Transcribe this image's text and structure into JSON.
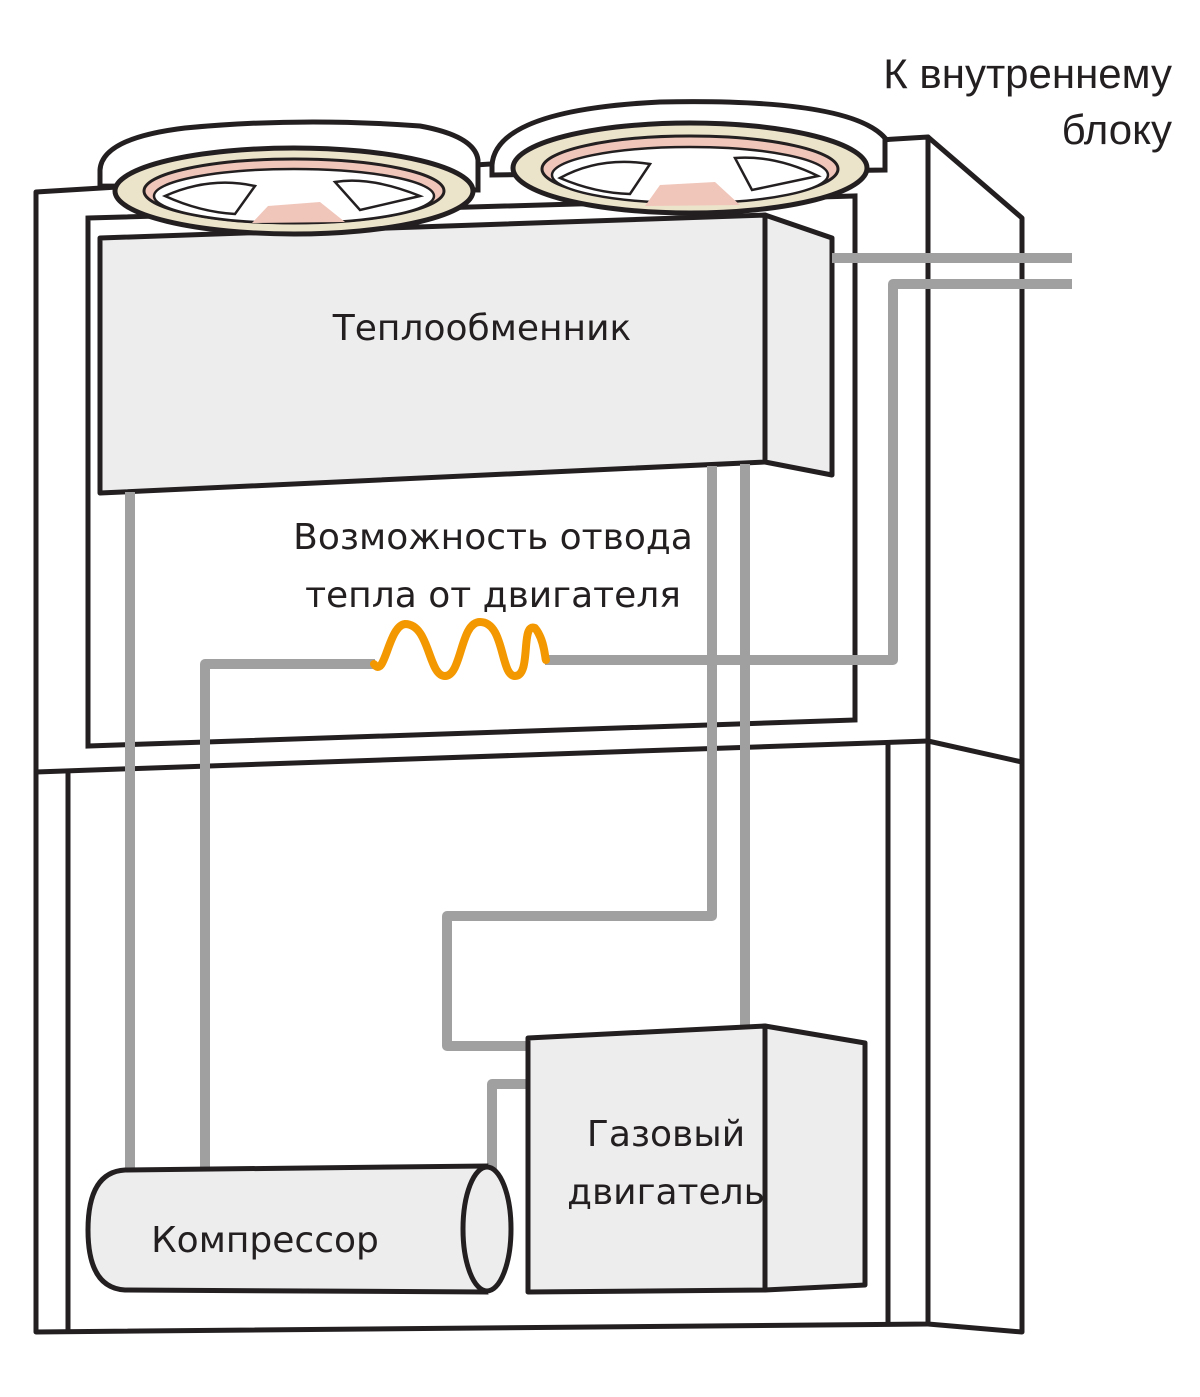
{
  "labels": {
    "to_indoor_line1": "К внутреннему",
    "to_indoor_line2": "блоку",
    "heat_exchanger": "Теплообменник",
    "heat_recovery_line1": "Возможность отвода",
    "heat_recovery_line2": "тепла от двигателя",
    "gas_engine_line1": "Газовый",
    "gas_engine_line2": "двигатель",
    "compressor": "Компрессор"
  },
  "colors": {
    "outline": "#231f20",
    "pipe": "#a0a0a0",
    "panel_fill": "#ededee",
    "fan_ring": "#ece3cb",
    "fan_inner": "#f0c6ba",
    "heat_coil": "#f39800"
  }
}
